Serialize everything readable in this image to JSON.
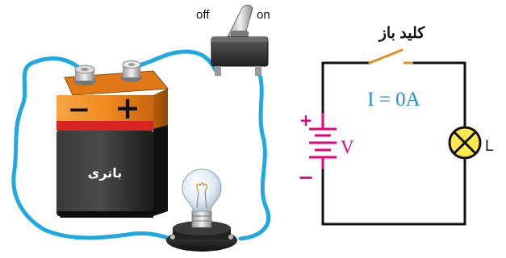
{
  "switch_labels": {
    "off": "off",
    "on": "on"
  },
  "battery": {
    "label": "باتری",
    "minus_sign": "−",
    "plus_sign": "+"
  },
  "schematic": {
    "title": "کلید باز",
    "current_text": "I = 0A",
    "voltage_label": "V",
    "lamp_label": "L",
    "plus_sign": "+",
    "minus_sign": "−"
  },
  "colors": {
    "wire": "#1fa9e1",
    "battery_orange": "#f18a21",
    "battery_body": "#2b2b2b",
    "battery_red_band": "#d72323",
    "schematic_wire": "#111111",
    "switch_blade": "#e98b2a",
    "pole_magenta": "#e6007e",
    "current_text": "#1f8fd8",
    "lamp_fill": "#ffe94d"
  }
}
